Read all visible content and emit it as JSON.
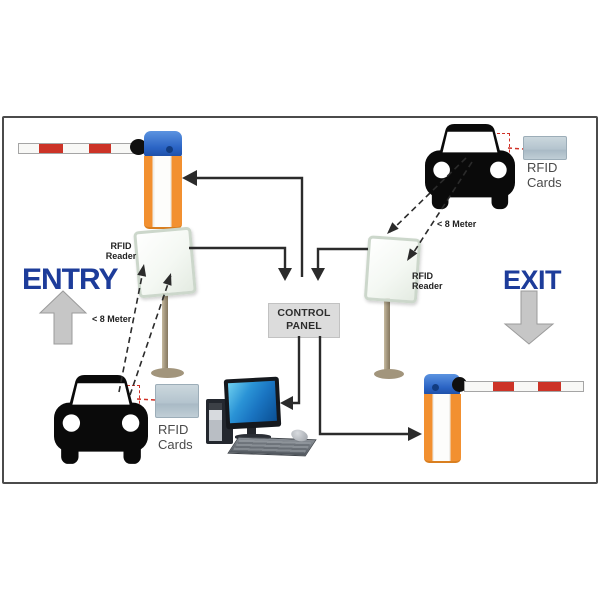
{
  "labels": {
    "entry": "ENTRY",
    "exit": "EXIT",
    "control_panel": "CONTROL PANEL",
    "rfid_reader_left": "RFID Reader",
    "rfid_reader_right": "RFID Reader",
    "rfid_cards_top_right": "RFID Cards",
    "rfid_cards_bottom_left": "RFID Cards",
    "range_entry": "< 8 Meter",
    "range_exit": "< 8 Meter"
  },
  "colors": {
    "entry_exit_text": "#1d3c9a",
    "barrier_orange": "#f29030",
    "barrier_cap_blue": "#2f6ecd",
    "arm_stripe_red": "#cc3327",
    "rfid_tag_red": "#d03228",
    "card_fill": "#bfccd6",
    "line_dark": "#2b2b2b",
    "panel_fill": "#dcdcdc",
    "big_arrow_gray": "#c6c6c6",
    "screen_blue": "#1a75c2",
    "pole_tan": "#a79a80"
  },
  "icons": {
    "entry_boom_barrier": "css-shape",
    "exit_boom_barrier": "css-shape",
    "car_exit_top_right": "svg-silhouette",
    "car_entry_bottom_left": "svg-silhouette",
    "rfid_reader_panel": "css-shape",
    "rfid_card": "css-shape",
    "rfid_windshield_tag": "css-shape",
    "desktop_computer": "css-shape",
    "direction_arrow_up": "svg-polygon",
    "direction_arrow_down": "svg-polygon",
    "connector_arrows": "svg-lines"
  }
}
